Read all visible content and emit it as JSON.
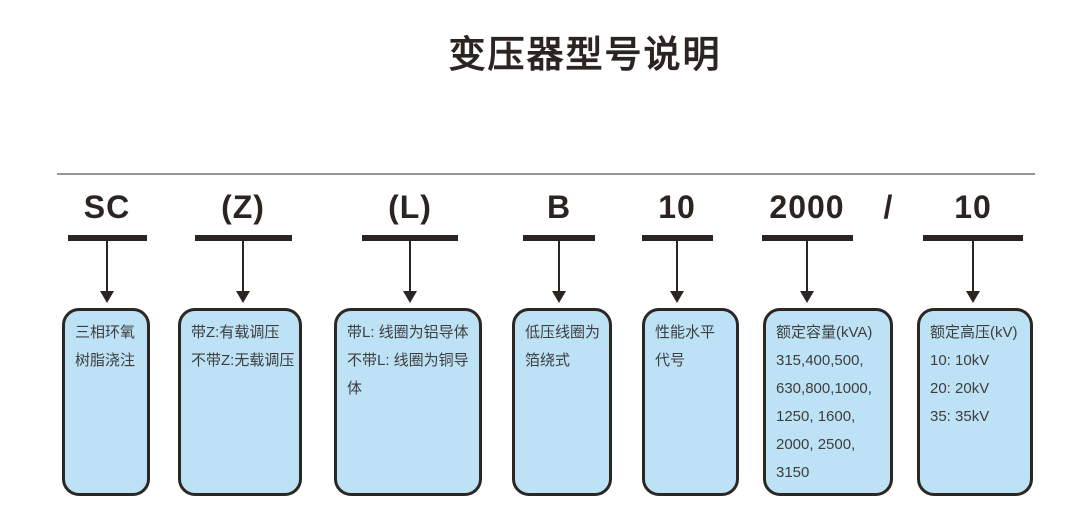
{
  "title": "变压器型号说明",
  "separator": "/",
  "colors": {
    "ink": "#2b2420",
    "box_fill": "#bde2f5",
    "box_border": "#2d2723",
    "box_text": "#3e3e3e",
    "rule": "#969696"
  },
  "segments": [
    {
      "code": "SC",
      "description": "三相环氧\n树脂浇注"
    },
    {
      "code": "(Z)",
      "description": "带Z:有载调压\n不带Z:无载调压"
    },
    {
      "code": "(L)",
      "description": "带L: 线圈为铝导体\n不带L: 线圈为铜导体"
    },
    {
      "code": "B",
      "description": "低压线圈为\n箔绕式"
    },
    {
      "code": "10",
      "description": "性能水平\n代号"
    },
    {
      "code": "2000",
      "description": "额定容量(kVA)\n315,400,500,\n630,800,1000,\n1250, 1600,\n2000, 2500,\n3150"
    },
    {
      "code": "10",
      "description": "额定高压(kV)\n10: 10kV\n20: 20kV\n35: 35kV"
    }
  ]
}
